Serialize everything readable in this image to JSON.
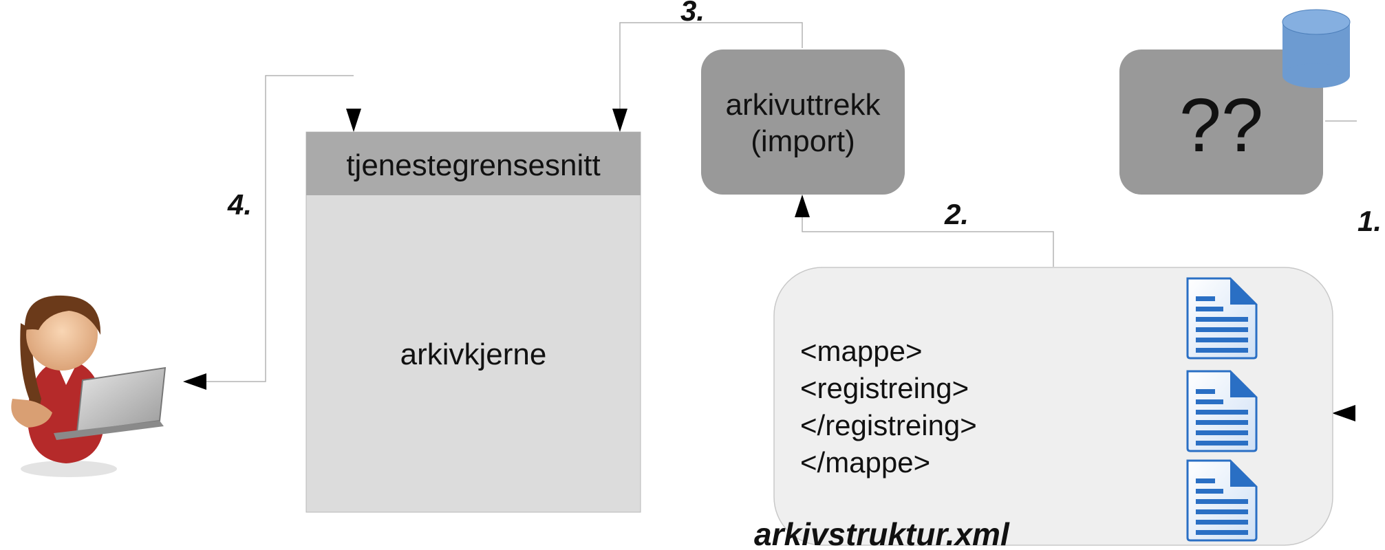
{
  "steps": {
    "s1": "1.",
    "s2": "2.",
    "s3": "3.",
    "s4": "4."
  },
  "core": {
    "header": "tjenestegrensesnitt",
    "body": "arkivkjerne"
  },
  "export_box": {
    "line1": "arkivuttrekk",
    "line2": "(import)"
  },
  "unknown_box": {
    "label": "??"
  },
  "xml_box": {
    "lines": [
      "<mappe>",
      "<registreing>",
      "</registreing>",
      "</mappe>"
    ],
    "filename": "arkivstruktur.xml"
  },
  "icons": {
    "user": "user-with-laptop-icon",
    "database": "database-icon",
    "document": "document-icon"
  },
  "colors": {
    "core_header": "#aaaaaa",
    "core_body": "#dcdcdc",
    "dark_box": "#999999",
    "xml_box": "#efefef",
    "database": "#6d9bd1",
    "doc_blue": "#2a6fc4"
  }
}
